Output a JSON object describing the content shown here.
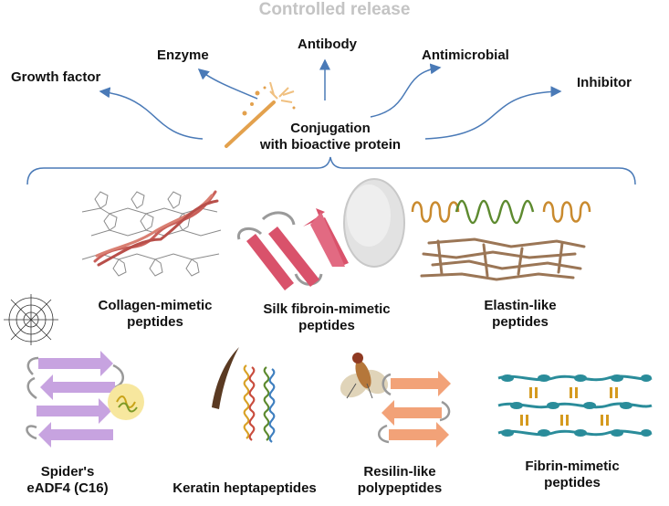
{
  "title": "Controlled release",
  "center_label": {
    "line1": "Conjugation",
    "line2": "with bioactive protein"
  },
  "bioactive_proteins": [
    "Growth factor",
    "Enzyme",
    "Antibody",
    "Antimicrobial",
    "Inhibitor"
  ],
  "peptides": {
    "collagen": {
      "line1": "Collagen-mimetic",
      "line2": "peptides"
    },
    "silk": {
      "line1": "Silk fibroin-mimetic",
      "line2": "peptides"
    },
    "elastin": {
      "line1": "Elastin-like",
      "line2": "peptides"
    },
    "spider": {
      "line1": "Spider's",
      "line2": "eADF4 (C16)"
    },
    "keratin": {
      "line1": "Keratin heptapeptides"
    },
    "resilin": {
      "line1": "Resilin-like",
      "line2": "polypeptides"
    },
    "fibrin": {
      "line1": "Fibrin-mimetic",
      "line2": "peptides"
    }
  },
  "colors": {
    "arrow": "#4a7ab7",
    "title": "#c4c4c4",
    "collagen_helix": "#c9605a",
    "silk_sheet": "#d9526b",
    "elastin_helix_gold": "#c98a2e",
    "elastin_helix_green": "#5d8a2f",
    "elastin_fibers": "#9b7656",
    "spider_sheet": "#c7a3e0",
    "resilin_sheet": "#f2a278",
    "fibrin_chain": "#2a8c9a",
    "fibrin_link": "#d59a1f"
  }
}
